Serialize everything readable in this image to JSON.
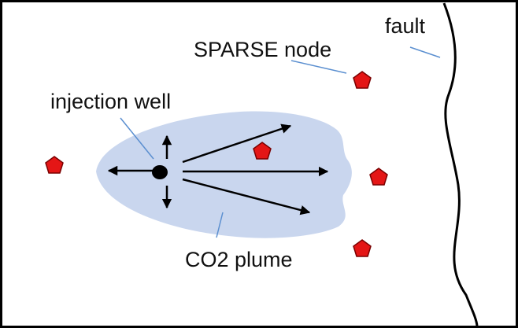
{
  "labels": {
    "fault": "fault",
    "sparse_node": "SPARSE node",
    "injection_well": "injection well",
    "co2_plume": "CO2 plume"
  },
  "colors": {
    "plume_fill": "#c9d6ee",
    "node_fill": "#e41616",
    "node_stroke": "#7a0000",
    "leader_line": "#5b8fd0",
    "ink": "#000000"
  },
  "icons": {
    "sparse_node": "red-pentagon-icon",
    "injection_well": "black-dot-icon"
  }
}
